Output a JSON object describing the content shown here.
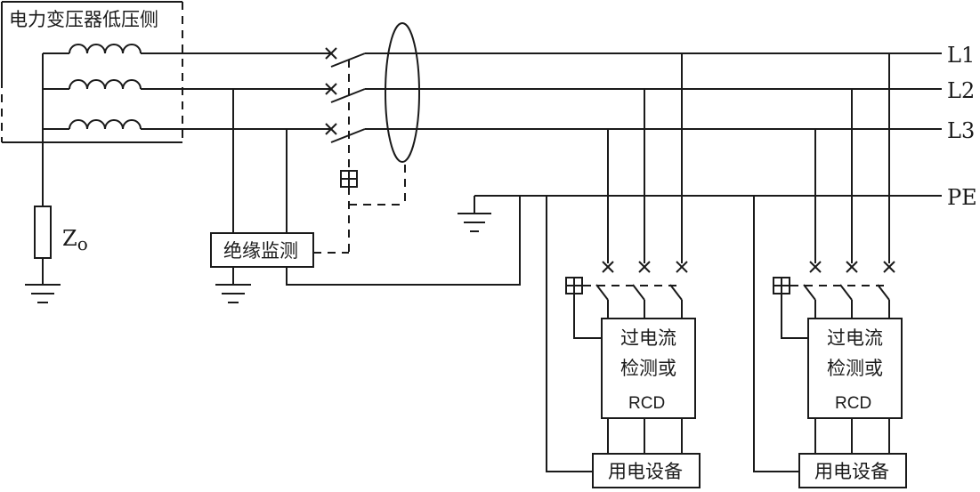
{
  "transformer_label": "电力变压器低压侧",
  "impedance": {
    "main": "Z",
    "sub": "o"
  },
  "lines": [
    "L1",
    "L2",
    "L3",
    "PE"
  ],
  "insulation_monitor": "绝缘监测",
  "protection_units": [
    {
      "line1": "过电流",
      "line2": "检测或",
      "line3": "RCD",
      "equipment": "用电设备"
    },
    {
      "line1": "过电流",
      "line2": "检测或",
      "line3": "RCD",
      "equipment": "用电设备"
    }
  ]
}
